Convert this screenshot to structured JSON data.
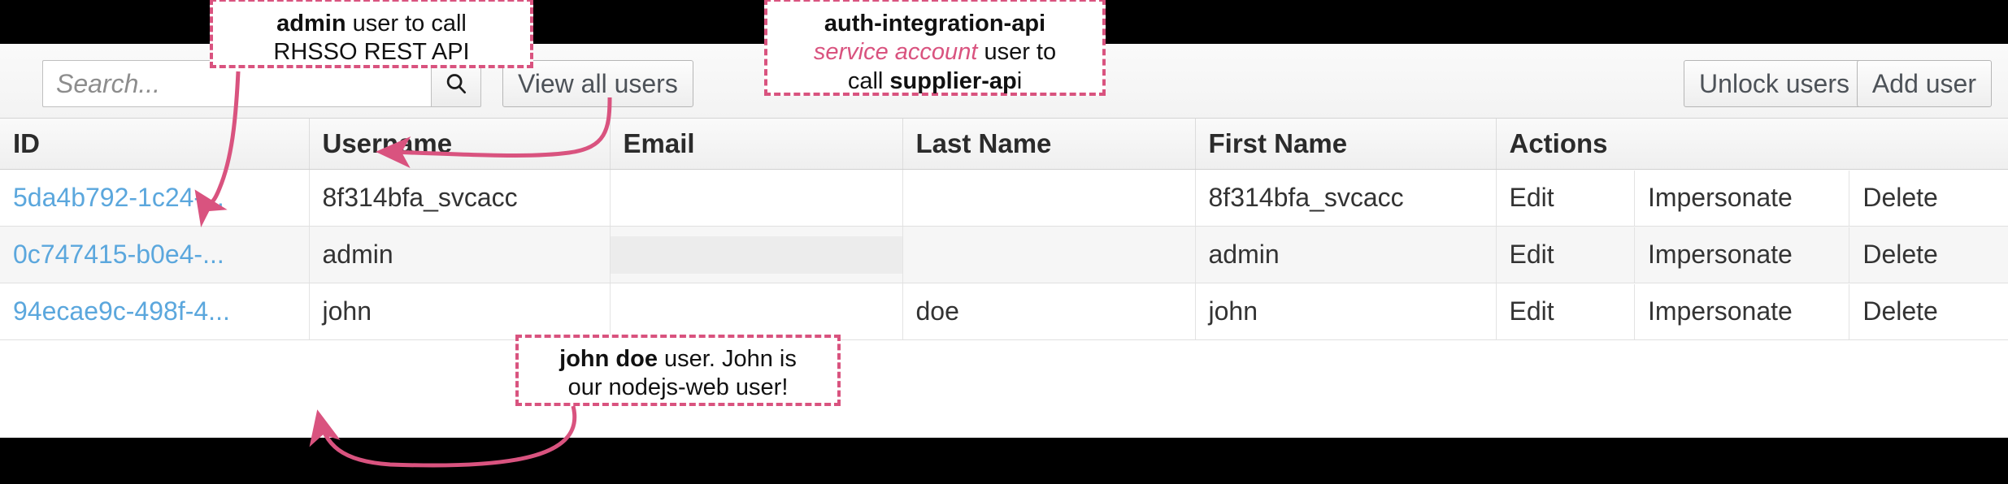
{
  "toolbar": {
    "search_placeholder": "Search...",
    "search_value": "",
    "search_icon": "search-icon",
    "view_all_users": "View all users",
    "unlock_users": "Unlock users",
    "add_user": "Add user"
  },
  "table": {
    "columns": [
      "ID",
      "Username",
      "Email",
      "Last Name",
      "First Name",
      "Actions"
    ],
    "rows": [
      {
        "id": "5da4b792-1c24-...",
        "username": "8f314bfa_svcacc",
        "email": "",
        "email_shaded": false,
        "last_name": "",
        "first_name": "8f314bfa_svcacc",
        "actions": [
          "Edit",
          "Impersonate",
          "Delete"
        ]
      },
      {
        "id": "0c747415-b0e4-...",
        "username": "admin",
        "email": "",
        "email_shaded": true,
        "last_name": "",
        "first_name": "admin",
        "actions": [
          "Edit",
          "Impersonate",
          "Delete"
        ]
      },
      {
        "id": "94ecae9c-498f-4...",
        "username": "john",
        "email": "",
        "email_shaded": false,
        "last_name": "doe",
        "first_name": "john",
        "actions": [
          "Edit",
          "Impersonate",
          "Delete"
        ]
      }
    ]
  },
  "annotations": {
    "admin": {
      "line1_bold": "admin",
      "line1_rest": " user to call",
      "line2": "RHSSO REST API"
    },
    "svcacc": {
      "line1_bold": "auth-integration-api",
      "line2_em": "service account",
      "line2_rest": " user to",
      "line3_pre": "call ",
      "line3_bold": "supplier-ap",
      "line3_post": "i"
    },
    "john": {
      "line1_bold": "john doe",
      "line1_rest": " user. John is",
      "line2": "our nodejs-web user!"
    }
  },
  "colors": {
    "annotation_accent": "#d9537f",
    "id_link": "#5ba7dd",
    "panel_bg": "#ffffff",
    "backdrop": "#000000"
  }
}
